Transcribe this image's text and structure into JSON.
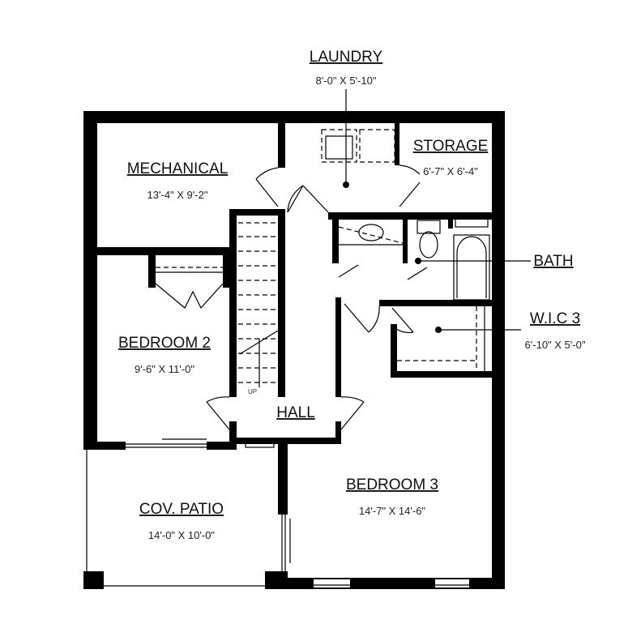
{
  "rooms": {
    "laundry": {
      "name": "LAUNDRY",
      "size": "8'-0\" X 5'-10\""
    },
    "storage": {
      "name": "STORAGE",
      "size": "6'-7\" X 6'-4\""
    },
    "mechanical": {
      "name": "MECHANICAL",
      "size": "13'-4\" X 9'-2\""
    },
    "bath": {
      "name": "BATH"
    },
    "wic3": {
      "name": "W.I.C 3",
      "size": "6'-10\" X 5'-0\""
    },
    "bedroom2": {
      "name": "BEDROOM 2",
      "size": "9'-6\" X 11'-0\""
    },
    "hall": {
      "name": "HALL"
    },
    "bedroom3": {
      "name": "BEDROOM 3",
      "size": "14'-7\" X 14'-6\""
    },
    "patio": {
      "name": "COV. PATIO",
      "size": "14'-0\" X 10'-0\""
    }
  },
  "stair": {
    "label": "UP"
  }
}
